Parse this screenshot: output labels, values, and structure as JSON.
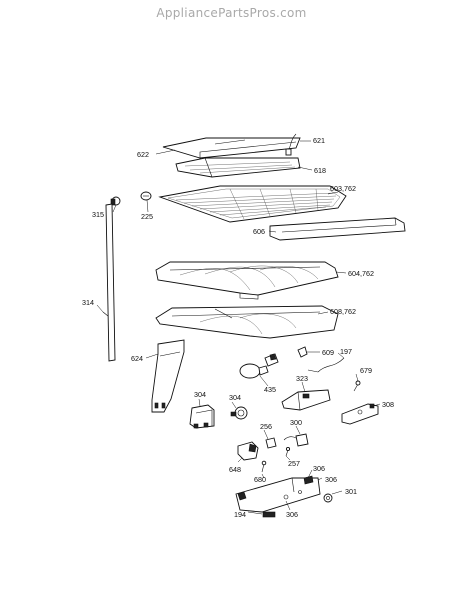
{
  "watermark": "AppliancePartsPros.com",
  "callouts": {
    "p621": "621",
    "p622": "622",
    "p618": "618",
    "p603_762": "603,762",
    "p315": "315",
    "p225": "225",
    "p606": "606",
    "p604_762": "604,762",
    "p314": "314",
    "p608_762": "608,762",
    "p624": "624",
    "p609": "609",
    "p197": "197",
    "p435": "435",
    "p679": "679",
    "p323": "323",
    "p304a": "304",
    "p304b": "304",
    "p308": "308",
    "p300": "300",
    "p256": "256",
    "p257": "257",
    "p648": "648",
    "p680": "680",
    "p306a": "306",
    "p306b": "306",
    "p306c": "306",
    "p301": "301",
    "p194": "194"
  }
}
